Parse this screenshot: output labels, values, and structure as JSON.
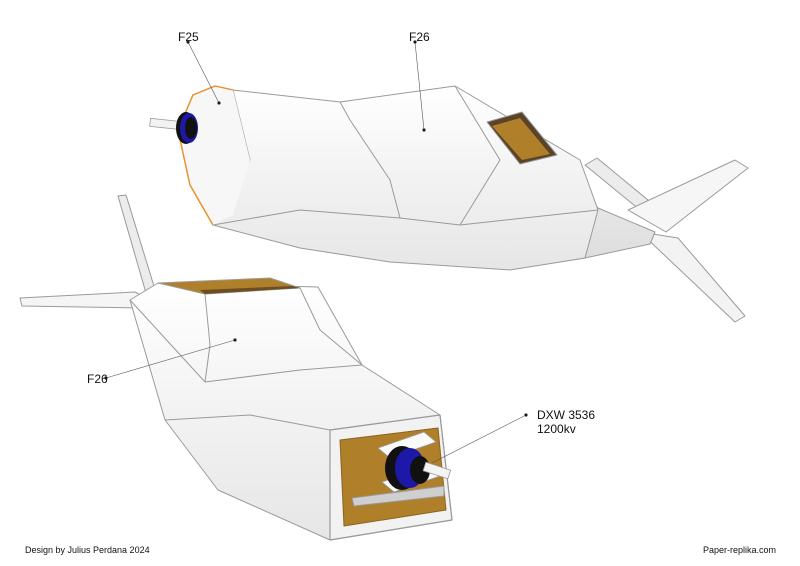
{
  "labels": {
    "f25_top": "F25",
    "f26_top": "F26",
    "f26_bottom": "F26",
    "motor_name": "DXW 3536",
    "motor_kv": "1200kv"
  },
  "footer": {
    "credit": "Design by Julius Perdana 2024",
    "site": "Paper-replika.com"
  },
  "colors": {
    "body": "#f4f4f4",
    "edge": "#9a9a9a",
    "highlight": "#e8922e",
    "cardboard": "#b07f2a",
    "motor_blue": "#1d18a8",
    "motor_black": "#111111"
  },
  "icons": [
    "fuselage-top-view",
    "fuselage-bottom-view",
    "motor-icon"
  ]
}
